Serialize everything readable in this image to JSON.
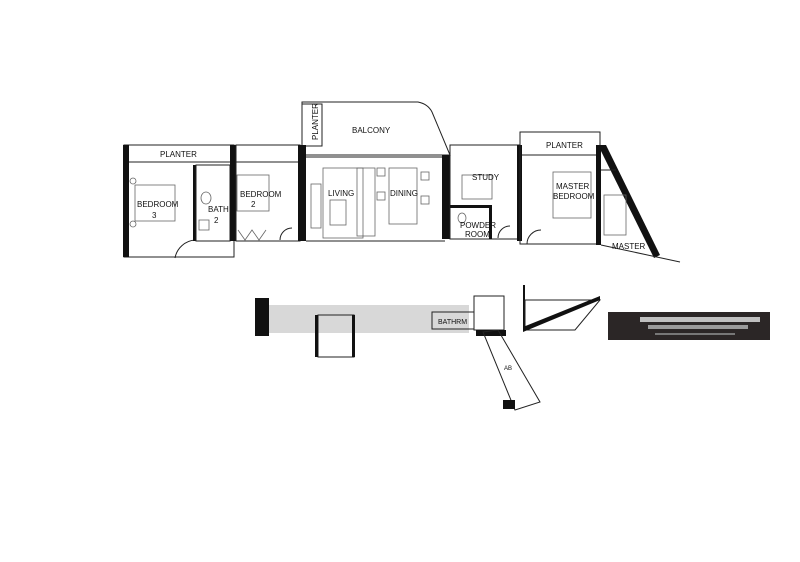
{
  "plan": {
    "rooms": {
      "planter_left": "PLANTER",
      "bedroom3": "BEDROOM",
      "bedroom3_num": "3",
      "bath2": "BATH",
      "bath2_num": "2",
      "bedroom2": "BEDROOM",
      "bedroom2_num": "2",
      "planter_balcony": "PLANTER",
      "balcony": "BALCONY",
      "living": "LIVING",
      "dining": "DINING",
      "study": "STUDY",
      "powder": "POWDER",
      "powder2": "ROOM",
      "planter_right": "PLANTER",
      "master": "MASTER",
      "master2": "BEDROOM",
      "master_bath": "MASTER",
      "ab": "AB",
      "lower_label": "BATHRM"
    }
  }
}
